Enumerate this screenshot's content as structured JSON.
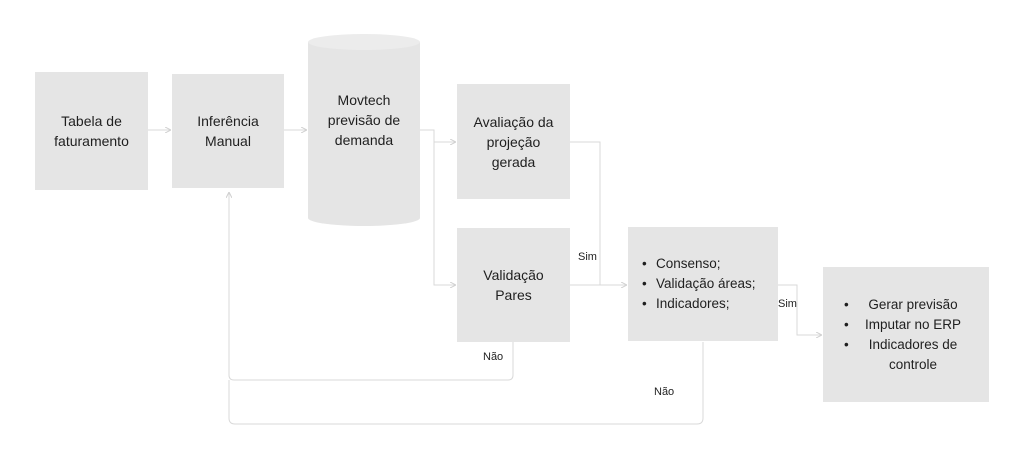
{
  "nodes": {
    "tabela": "Tabela de faturamento",
    "inferencia": "Inferência Manual",
    "movtech": "Movtech previsão de demanda",
    "avaliacao": "Avaliação da projeção gerada",
    "validacao_pares": "Validação Pares",
    "consenso_items": [
      "Consenso;",
      "Validação áreas;",
      "Indicadores;"
    ],
    "final_items": [
      "Gerar previsão",
      "Imputar no ERP",
      "Indicadores de controle"
    ]
  },
  "edge_labels": {
    "sim_1": "Sim",
    "sim_2": "Sim",
    "nao_1": "Não",
    "nao_2": "Não"
  },
  "colors": {
    "box_fill": "#e5e5e5",
    "connector": "#d9d9d9",
    "text": "#1f1f1f"
  }
}
